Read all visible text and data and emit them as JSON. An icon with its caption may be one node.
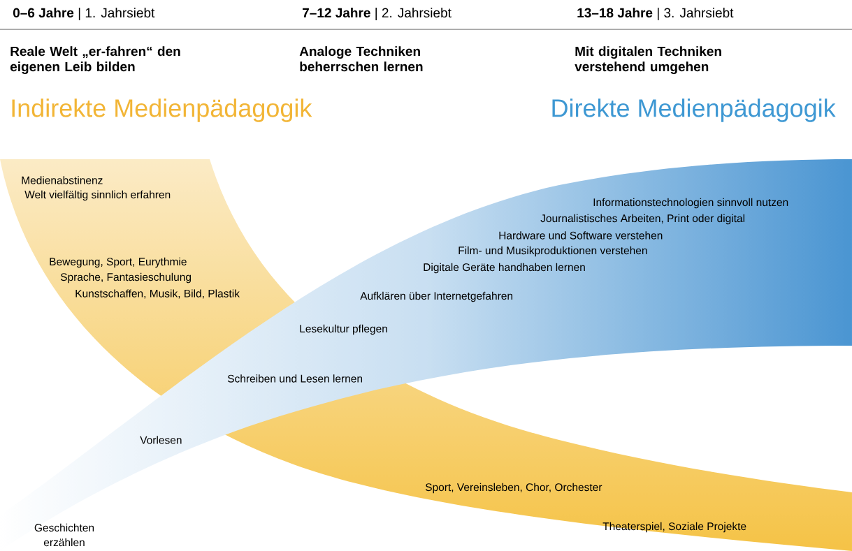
{
  "diagram": {
    "labels": [
      "**0–6 Jahre** | 1. Jahrsiebt",
      "**7–12 Jahre** | 2. Jahrsiebt",
      "**13–18 Jahre** | 3. Jahrsiebt",
      "Reale Welt „er-fahren“ den eigenen Leib bilden",
      "Analoge Techniken beherrschen lernen",
      "Mit digitalen Techniken verstehend umgehen",
      "Indirekte Medienpädagogik",
      "Direkte Medienpädagogik",
      "Medienabstinenz",
      "Welt vielfältig sinnlich erfahren",
      "Informationstechnologien sinnvoll nutzen",
      "Journalistisches Arbeiten, Print oder digital",
      "Hardware und Software verstehen",
      "Film- und Musikproduktionen verstehen",
      "Bewegung, Sport, Eurythmie",
      "Sprache, Fantasieschulung",
      "Digitale Geräte handhaben lernen",
      "Kunstschaffen, Musik, Bild, Plastik",
      "Aufklären über Internetgefahren",
      "Lesekultur pflegen",
      "Schreiben und Lesen lernen",
      "Vorlesen",
      "Sport, Vereinsleben, Chor, Orchester",
      "Geschichten erzählen",
      "Theaterspiel, Soziale Projekte"
    ]
  }
}
